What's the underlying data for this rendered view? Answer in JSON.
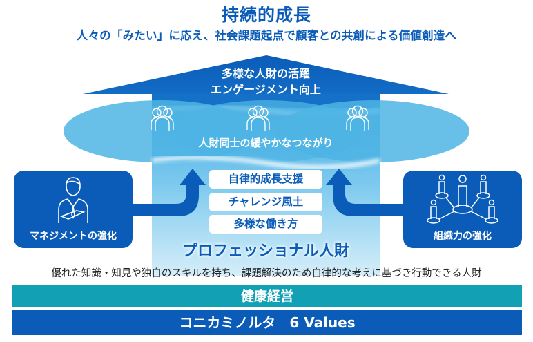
{
  "header": {
    "title": "持続的成長",
    "subtitle": "人々の「みたい」に応え、社会課題起点で顧客との共創による価値創造へ"
  },
  "roof": {
    "line1": "多様な人財の活躍",
    "line2": "エンゲージメント向上"
  },
  "connection": {
    "label": "人財同士の緩やかなつながり",
    "icons": [
      "people-group-icon",
      "people-group-icon",
      "people-group-icon"
    ]
  },
  "pillars": [
    {
      "label": "自律的成長支援"
    },
    {
      "label": "チャレンジ風土"
    },
    {
      "label": "多様な働き方"
    }
  ],
  "left_box": {
    "label": "マネジメントの強化",
    "icon": "businessman-icon"
  },
  "right_box": {
    "label": "組織力の強化",
    "icon": "organization-network-icon"
  },
  "professional": {
    "title": "プロフェッショナル人財",
    "description": "優れた知識・知見や独自のスキルを持ち、課題解決のため自律的な考えに基づき行動できる人財"
  },
  "foundation": {
    "band1": "健康経営",
    "band2": "コニカミノルタ　6 Values"
  },
  "colors": {
    "primary_blue": "#0a5cb8",
    "teal": "#11a0b4",
    "light_blue": "#5bbde6"
  }
}
